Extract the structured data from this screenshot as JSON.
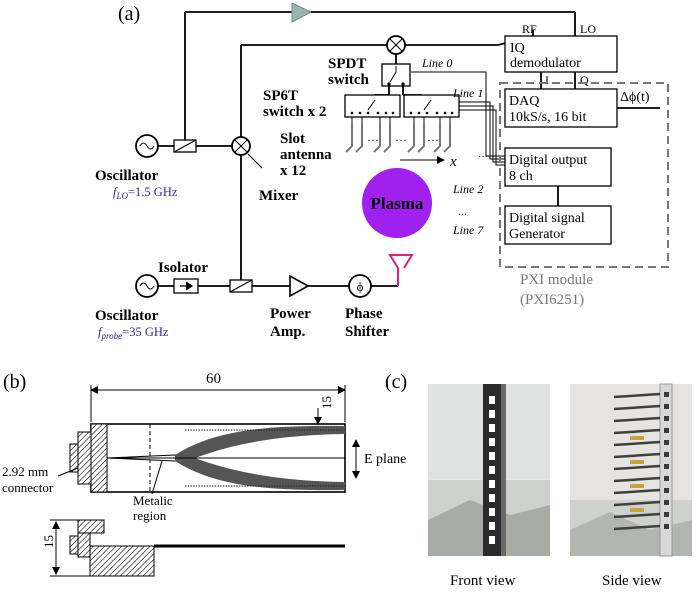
{
  "panel_a": {
    "label": "(a)",
    "oscillator_lo": {
      "name": "Oscillator",
      "freq_symbol": "f",
      "freq_sub": "LO",
      "freq_value": "=1.5 GHz"
    },
    "oscillator_probe": {
      "name": "Oscillator",
      "freq_symbol": "f",
      "freq_sub": "probe",
      "freq_value": "=35 GHz"
    },
    "mixer": "Mixer",
    "isolator": "Isolator",
    "power_amp": [
      "Power",
      "Amp."
    ],
    "phase_shifter": [
      "Phase",
      "Shifter"
    ],
    "phase_symbol": "ϕ",
    "spdt": [
      "SPDT",
      "switch"
    ],
    "sp6t": [
      "SP6T",
      "switch x 2"
    ],
    "slot_antenna": [
      "Slot",
      "antenna",
      "x 12"
    ],
    "plasma": "Plasma",
    "x_axis": "x",
    "lines": [
      "Line 0",
      "Line 1",
      "Line 2",
      "...",
      "Line 7"
    ],
    "iq": {
      "rf": "RF",
      "lo": "LO",
      "title": [
        "IQ",
        "demodulator"
      ],
      "i": "I",
      "q": "Q"
    },
    "daq": [
      "DAQ",
      "10kS/s, 16 bit"
    ],
    "delta_phi": "Δϕ(t)",
    "digital_output": [
      "Digital output",
      "8 ch"
    ],
    "digital_signal": [
      "Digital signal",
      "Generator"
    ],
    "pxi": [
      "PXI module",
      "(PXI6251)"
    ],
    "colors": {
      "plasma": "#a020f0",
      "amplifier": "#9ab5ae",
      "horn": "#e0207a",
      "annotation": "#2a2ab8",
      "pxi": "#777777"
    }
  },
  "panel_b": {
    "label": "(b)",
    "dim_length": "60",
    "dim_width": "15",
    "dim_height": "15",
    "e_plane": "E plane",
    "connector": [
      "2.92 mm",
      "connector"
    ],
    "metalic": [
      "Metalic",
      "region"
    ]
  },
  "panel_c": {
    "label": "(c)",
    "front_view": "Front view",
    "side_view": "Side view"
  }
}
